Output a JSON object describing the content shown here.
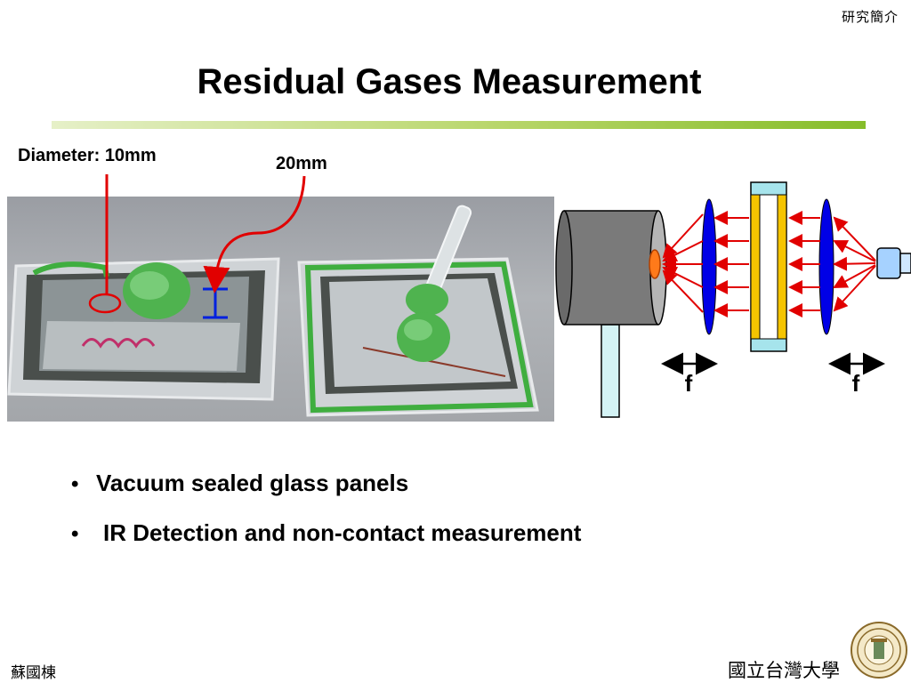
{
  "header": {
    "corner_label": "研究簡介"
  },
  "slide": {
    "title": "Residual Gases Measurement"
  },
  "annotations": {
    "diameter": "Diameter: 10mm",
    "gap": "20mm"
  },
  "diagram": {
    "focal_left": "f",
    "focal_right": "f"
  },
  "bullets": [
    {
      "text": "Vacuum sealed glass panels"
    },
    {
      "text": "IR Detection and non-contact measurement"
    }
  ],
  "footer": {
    "author": "蘇國棟",
    "university": "國立台灣大學"
  },
  "colors": {
    "accent_green": "#86bd2a",
    "arrow_red": "#e10000",
    "lens_blue": "#0000e6",
    "glass_yellow": "#f5c400"
  }
}
